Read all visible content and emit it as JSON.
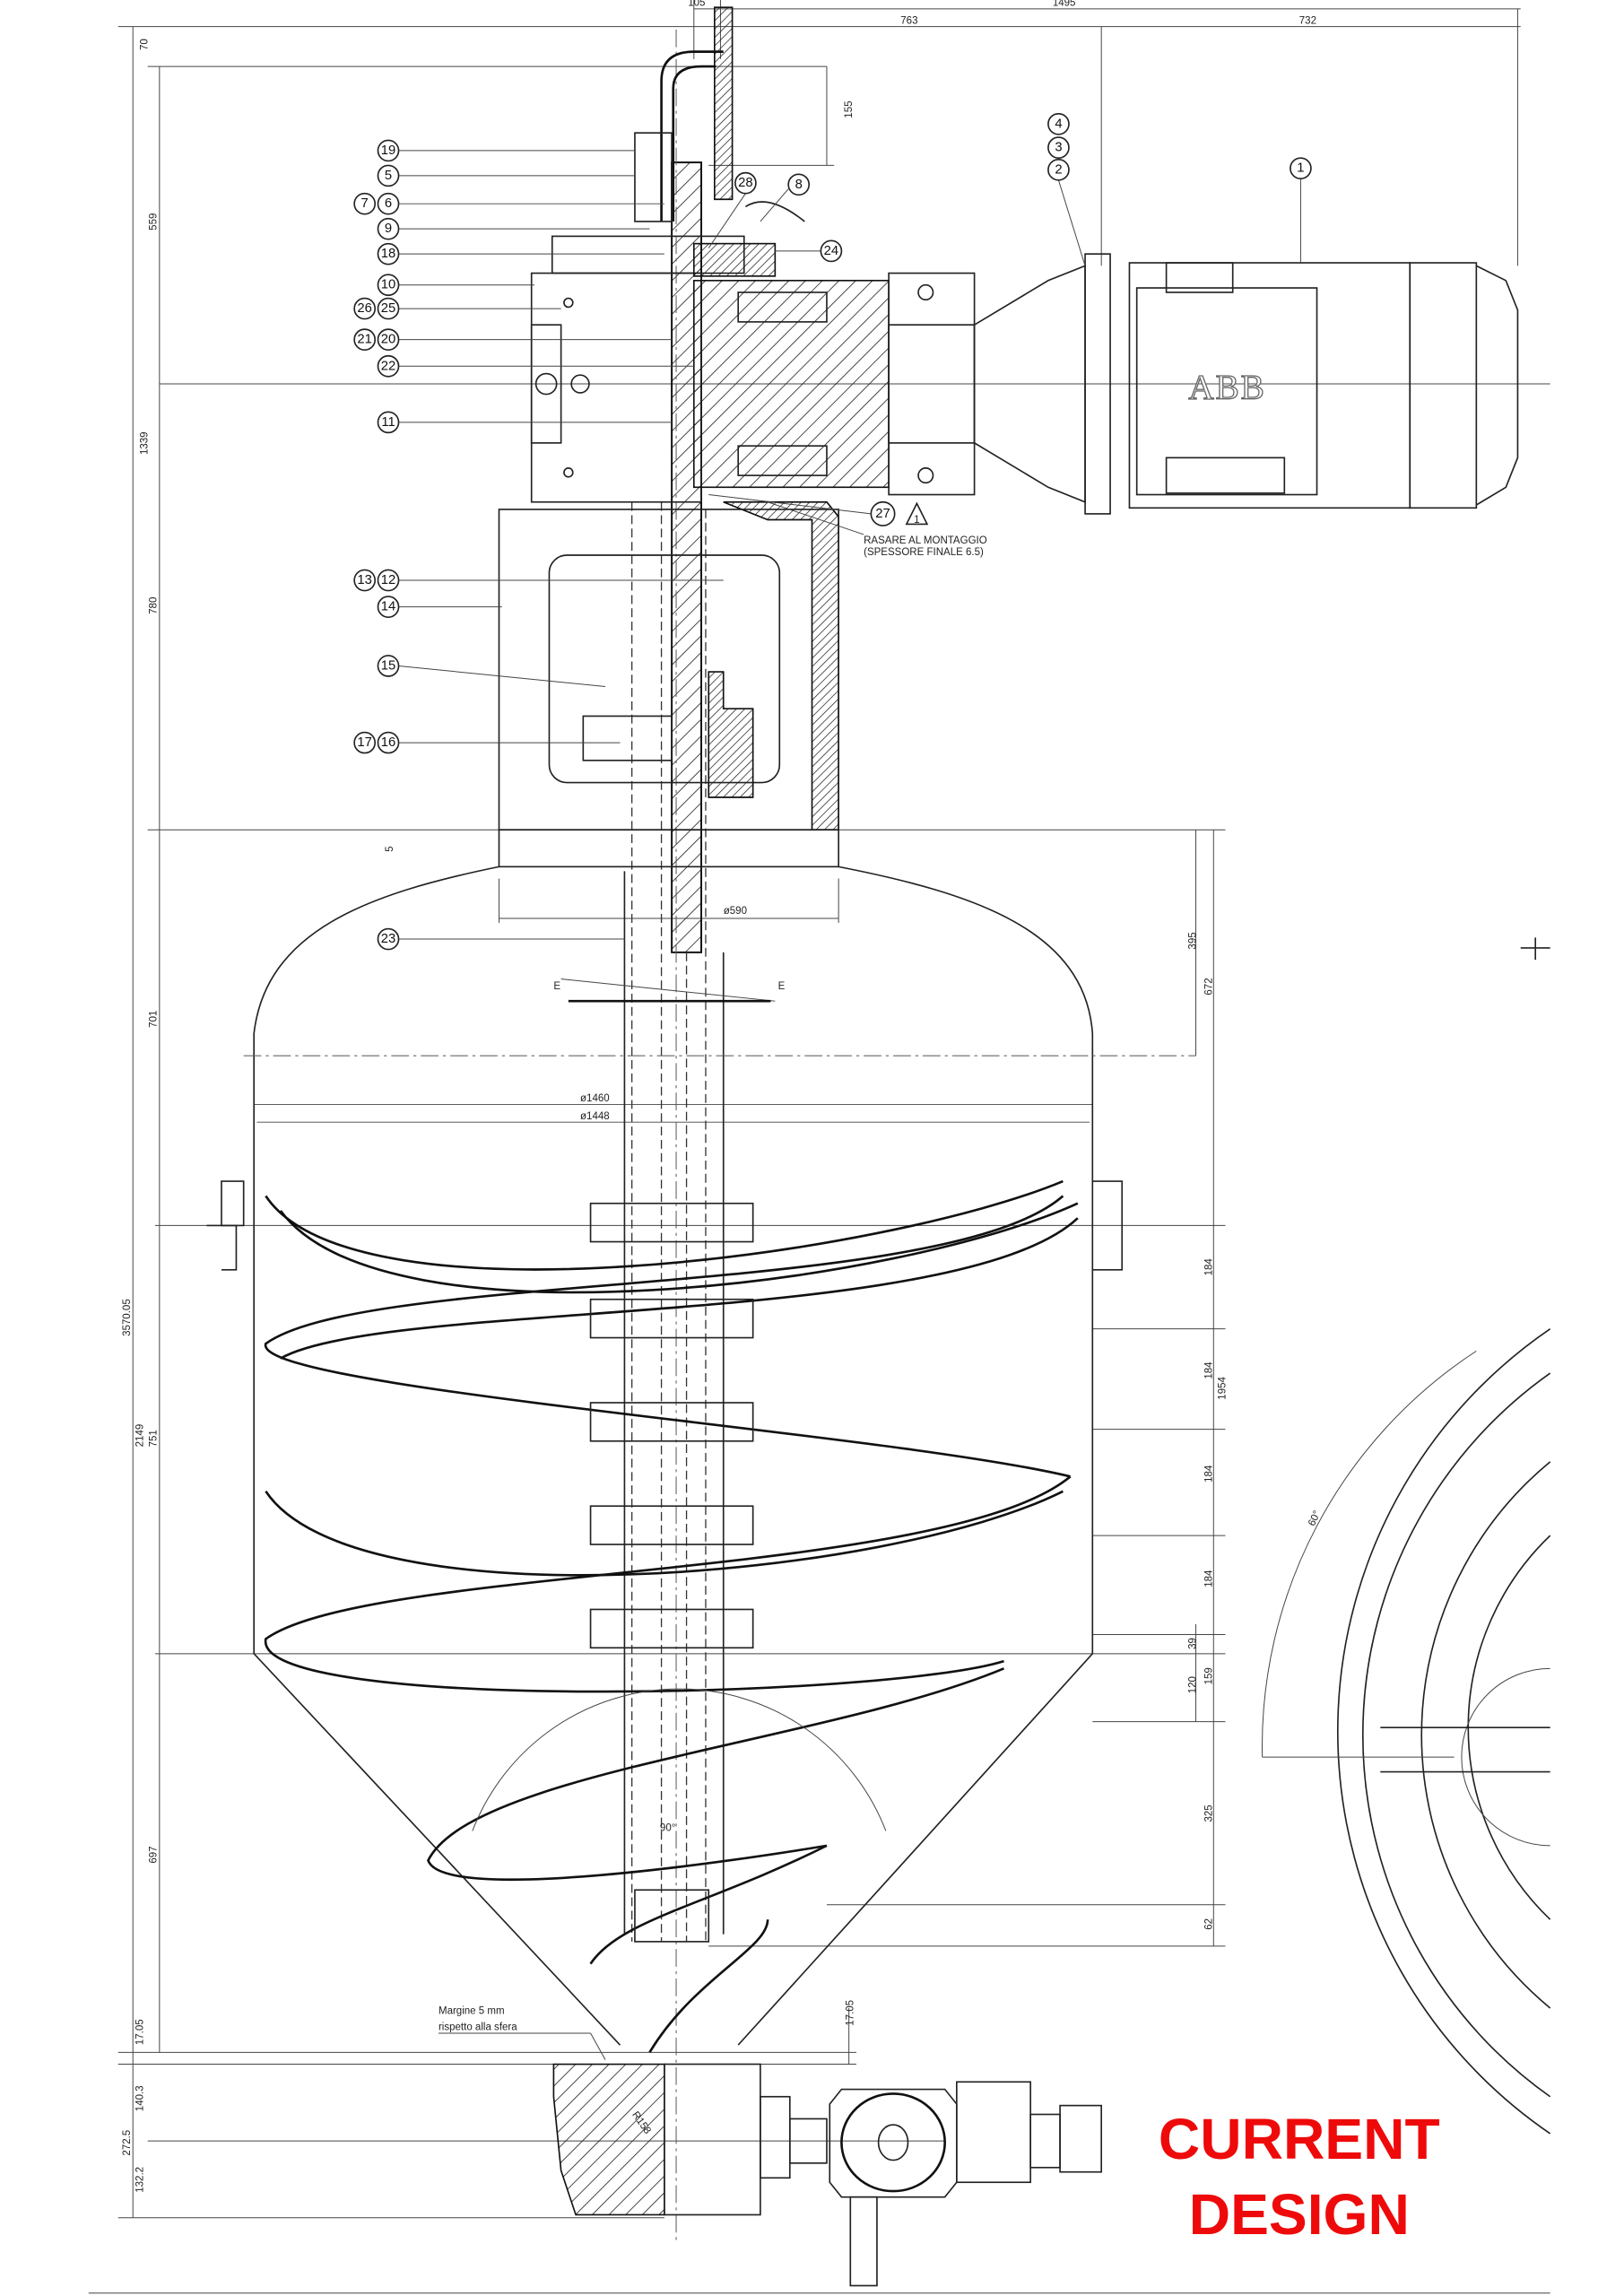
{
  "drawing": {
    "stamp": {
      "line1": "CURRENT",
      "line2": "DESIGN",
      "color": "#ee0a0a"
    },
    "motor_brand": "ABB",
    "balloons": [
      {
        "n": "19"
      },
      {
        "n": "5"
      },
      {
        "n": "7"
      },
      {
        "n": "6"
      },
      {
        "n": "9"
      },
      {
        "n": "18"
      },
      {
        "n": "10"
      },
      {
        "n": "26"
      },
      {
        "n": "25"
      },
      {
        "n": "21"
      },
      {
        "n": "20"
      },
      {
        "n": "22"
      },
      {
        "n": "11"
      },
      {
        "n": "13"
      },
      {
        "n": "12"
      },
      {
        "n": "14"
      },
      {
        "n": "15"
      },
      {
        "n": "17"
      },
      {
        "n": "16"
      },
      {
        "n": "23"
      },
      {
        "n": "28"
      },
      {
        "n": "8"
      },
      {
        "n": "24"
      },
      {
        "n": "4"
      },
      {
        "n": "3"
      },
      {
        "n": "2"
      },
      {
        "n": "1"
      },
      {
        "n": "27"
      }
    ],
    "dimensions": {
      "top": [
        "105",
        "1495",
        "763",
        "732"
      ],
      "left": [
        "70",
        "559",
        "1339",
        "780",
        "5",
        "701",
        "3570.05",
        "2149",
        "751",
        "697",
        "17.05",
        "140.3",
        "272.5",
        "132.2"
      ],
      "right": [
        "155",
        "395",
        "672",
        "184",
        "184",
        "1954",
        "184",
        "184",
        "39",
        "120",
        "159",
        "325",
        "62",
        "17.05"
      ],
      "diameters": [
        "ø590",
        "ø1460",
        "ø1448"
      ],
      "angles": [
        "90°",
        "60°"
      ],
      "radius": "R158",
      "section_marks": [
        "E",
        "E"
      ]
    },
    "notes": {
      "rasare_line1": "RASARE AL MONTAGGIO",
      "rasare_line2": "(SPESSORE FINALE 6.5)",
      "warning_ref": "1",
      "margine_line1": "Margine 5 mm",
      "margine_line2": "rispetto alla sfera"
    }
  }
}
